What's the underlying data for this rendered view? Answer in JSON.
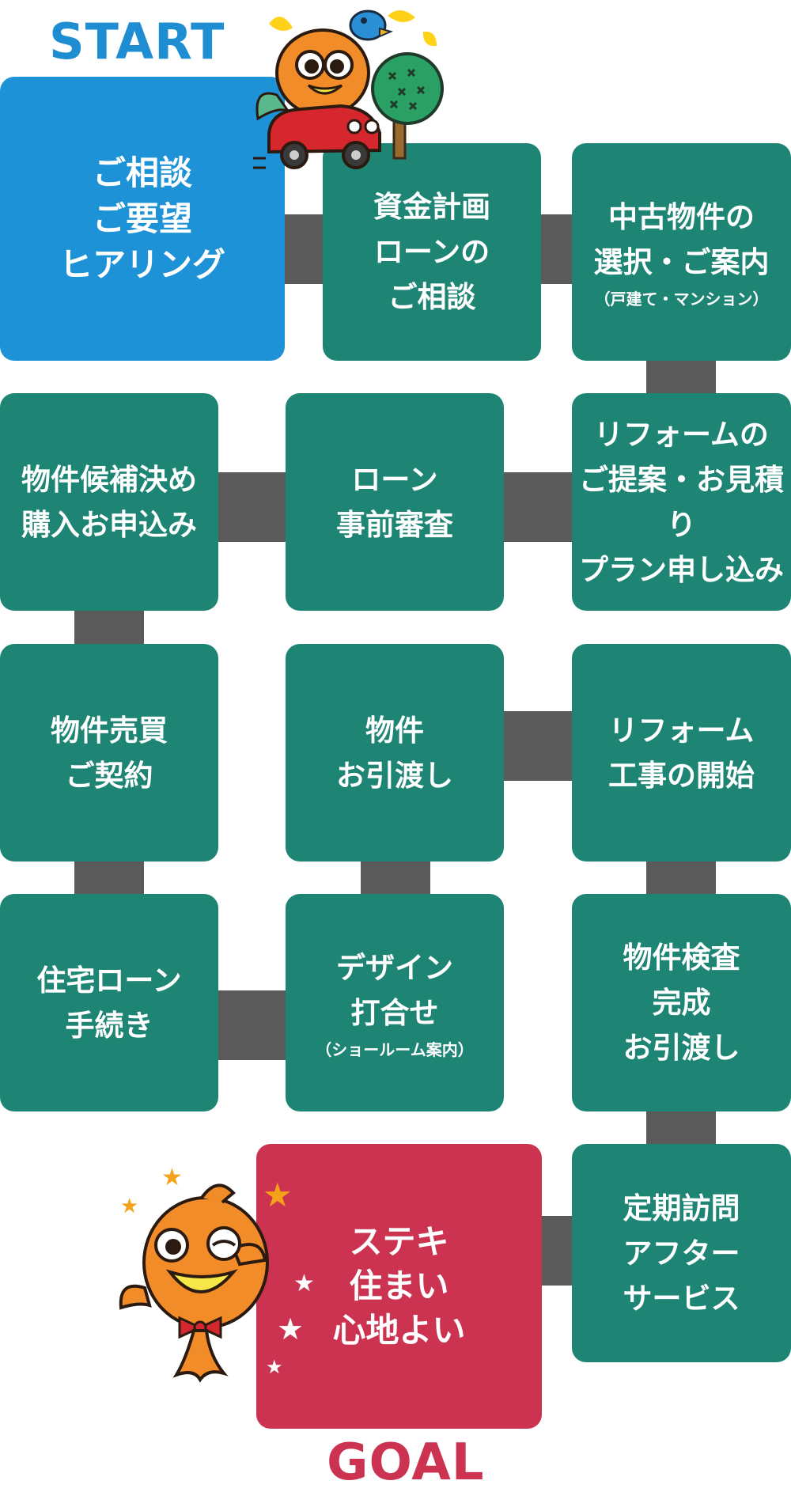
{
  "labels": {
    "start": "START",
    "goal": "GOAL"
  },
  "steps": [
    {
      "lines": [
        "ご相談",
        "ご要望",
        "ヒアリング"
      ],
      "note": ""
    },
    {
      "lines": [
        "資金計画",
        "ローンの",
        "ご相談"
      ],
      "note": ""
    },
    {
      "lines": [
        "中古物件の",
        "選択・ご案内"
      ],
      "note": "（戸建て・マンション）"
    },
    {
      "lines": [
        "リフォームの",
        "ご提案・お見積り",
        "プラン申し込み"
      ],
      "note": ""
    },
    {
      "lines": [
        "ローン",
        "事前審査"
      ],
      "note": ""
    },
    {
      "lines": [
        "物件候補決め",
        "購入お申込み"
      ],
      "note": ""
    },
    {
      "lines": [
        "物件売買",
        "ご契約"
      ],
      "note": ""
    },
    {
      "lines": [
        "物件",
        "お引渡し"
      ],
      "note": ""
    },
    {
      "lines": [
        "リフォーム",
        "工事の開始"
      ],
      "note": ""
    },
    {
      "lines": [
        "住宅ローン",
        "手続き"
      ],
      "note": ""
    },
    {
      "lines": [
        "デザイン",
        "打合せ"
      ],
      "note": "（ショールーム案内）"
    },
    {
      "lines": [
        "物件検査",
        "完成",
        "お引渡し"
      ],
      "note": ""
    },
    {
      "lines": [
        "定期訪問",
        "アフター",
        "サービス"
      ],
      "note": ""
    },
    {
      "lines": [
        "ステキ",
        "住まい",
        "心地よい"
      ],
      "note": ""
    }
  ],
  "colors": {
    "start_box": "#1e92d6",
    "step_box": "#1e8575",
    "goal_box": "#cb3350",
    "connector": "#5a5a5a",
    "start_text": "#1e8dd2",
    "goal_text": "#cb3350",
    "mascot_body": "#f28c28",
    "star": "#f5a21b"
  },
  "icons": {
    "start_mascot": "goldfish-mascot-driving-red-car-icon",
    "goal_mascot": "goldfish-mascot-winking-icon",
    "bird": "blue-bird-icon",
    "tree": "green-tree-icon",
    "sparkle": "star-icon"
  }
}
